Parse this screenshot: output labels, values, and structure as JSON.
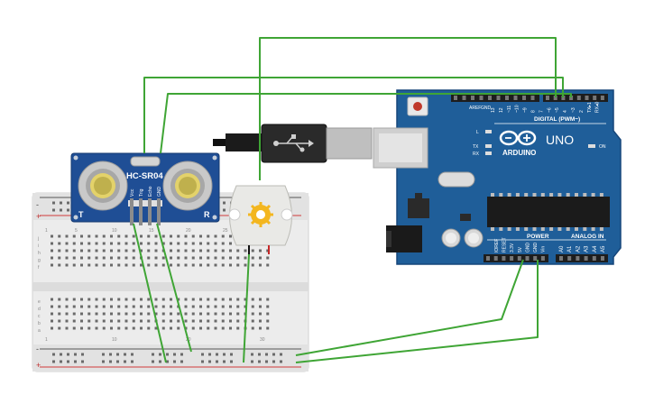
{
  "sensor": {
    "model": "HC-SR04",
    "corner_left": "T",
    "corner_right": "R",
    "pins": [
      "Vcc",
      "Trig",
      "Echo",
      "GND"
    ]
  },
  "arduino": {
    "brand": "ARDUINO",
    "model": "UNO",
    "digital_label": "DIGITAL (PWM~)",
    "aref": "AREF",
    "gnd": "GND",
    "digital_pins": [
      "13",
      "12",
      "~11",
      "~10",
      "~9",
      "8",
      "7",
      "~6",
      "~5",
      "4",
      "~3",
      "2",
      "TX▸1",
      "RX◂0"
    ],
    "led_l": "L",
    "led_tx": "TX",
    "led_rx": "RX",
    "on": "ON",
    "power_label": "POWER",
    "analog_label": "ANALOG IN",
    "power_pins": [
      "IOREF",
      "RESET",
      "3.3V",
      "5V",
      "GND",
      "GND",
      "Vin"
    ],
    "analog_pins": [
      "A0",
      "A1",
      "A2",
      "A3",
      "A4",
      "A5"
    ]
  },
  "breadboard": {
    "rail_minus": "-",
    "rail_plus": "+",
    "rows_top": [
      "j",
      "i",
      "h",
      "g",
      "f"
    ],
    "rows_bottom": [
      "e",
      "d",
      "c",
      "b",
      "a"
    ],
    "columns": [
      "1",
      "5",
      "10",
      "15",
      "20",
      "25",
      "30"
    ]
  },
  "colors": {
    "wire": "#3fa535",
    "board": "#1f5e99",
    "sensor_board": "#1f4e95",
    "breadboard": "#ececec",
    "rail_red": "#d0393b"
  }
}
